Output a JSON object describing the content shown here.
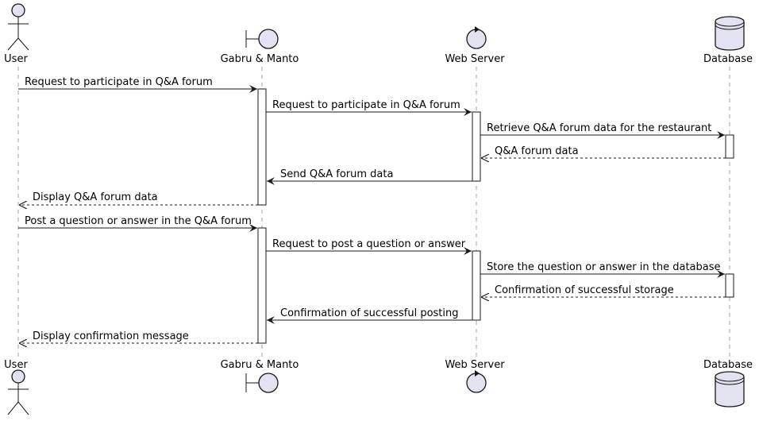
{
  "participants": [
    {
      "label": "User",
      "kind": "actor"
    },
    {
      "label": "Gabru & Manto",
      "kind": "boundary"
    },
    {
      "label": "Web Server",
      "kind": "control"
    },
    {
      "label": "Database",
      "kind": "database"
    }
  ],
  "messages": [
    {
      "text": "Request to participate in Q&A forum",
      "from": 0,
      "to": 1,
      "style": "solid"
    },
    {
      "text": "Request to participate in Q&A forum",
      "from": 1,
      "to": 2,
      "style": "solid"
    },
    {
      "text": "Retrieve Q&A forum data for the restaurant",
      "from": 2,
      "to": 3,
      "style": "solid"
    },
    {
      "text": "Q&A forum data",
      "from": 3,
      "to": 2,
      "style": "dashed"
    },
    {
      "text": "Send Q&A forum data",
      "from": 2,
      "to": 1,
      "style": "solid"
    },
    {
      "text": "Display Q&A forum data",
      "from": 1,
      "to": 0,
      "style": "dashed"
    },
    {
      "text": "Post a question or answer in the Q&A forum",
      "from": 0,
      "to": 1,
      "style": "solid"
    },
    {
      "text": "Request to post a question or answer",
      "from": 1,
      "to": 2,
      "style": "solid"
    },
    {
      "text": "Store the question or answer in the database",
      "from": 2,
      "to": 3,
      "style": "solid"
    },
    {
      "text": "Confirmation of successful storage",
      "from": 3,
      "to": 2,
      "style": "dashed"
    },
    {
      "text": "Confirmation of successful posting",
      "from": 2,
      "to": 1,
      "style": "solid"
    },
    {
      "text": "Display confirmation message",
      "from": 1,
      "to": 0,
      "style": "dashed"
    }
  ]
}
